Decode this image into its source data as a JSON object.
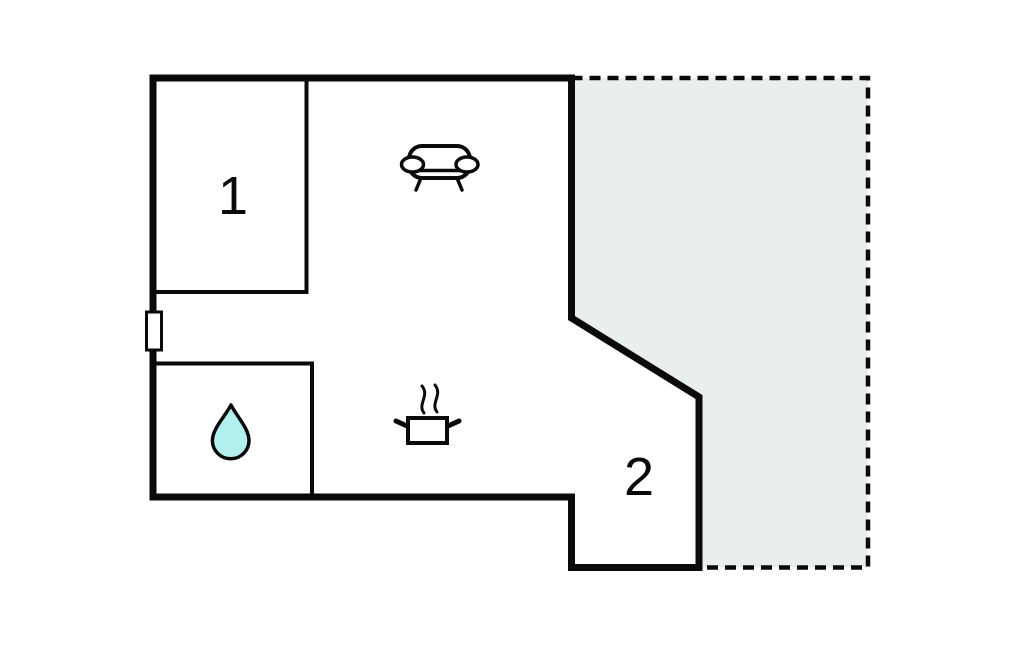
{
  "floor_plan": {
    "rooms": [
      {
        "name": "room-1",
        "label": "1"
      },
      {
        "name": "room-2",
        "label": "2"
      }
    ],
    "areas": [
      {
        "name": "dashed-outdoor-area",
        "style": "dashed-outline"
      }
    ],
    "icons": [
      {
        "name": "sofa-icon"
      },
      {
        "name": "cooking-pot-icon"
      },
      {
        "name": "water-drop-icon"
      },
      {
        "name": "window-marker"
      }
    ],
    "colors": {
      "wall": "#0a0a0a",
      "terrace_fill": "#e8efec",
      "water_drop_fill": "#b2f0ef",
      "floor_fill": "#ffffff"
    }
  }
}
